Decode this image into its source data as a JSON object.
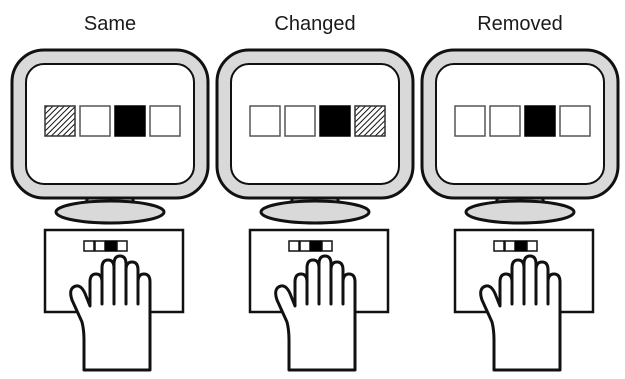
{
  "conditions": [
    {
      "title": "Same",
      "screen_squares": [
        "hatched",
        "empty",
        "filled",
        "empty"
      ],
      "keypad_keys": [
        "empty",
        "empty",
        "filled",
        "empty"
      ]
    },
    {
      "title": "Changed",
      "screen_squares": [
        "empty",
        "empty",
        "filled",
        "hatched"
      ],
      "keypad_keys": [
        "empty",
        "empty",
        "filled",
        "empty"
      ]
    },
    {
      "title": "Removed",
      "screen_squares": [
        "empty",
        "empty",
        "filled",
        "empty"
      ],
      "keypad_keys": [
        "empty",
        "empty",
        "filled",
        "empty"
      ]
    }
  ],
  "colors": {
    "ink": "#111111",
    "bezel": "#d9d9d9",
    "screen": "#ffffff",
    "paper": "#ffffff"
  },
  "icons": [
    "monitor-icon",
    "keypad-icon",
    "hand-icon"
  ]
}
